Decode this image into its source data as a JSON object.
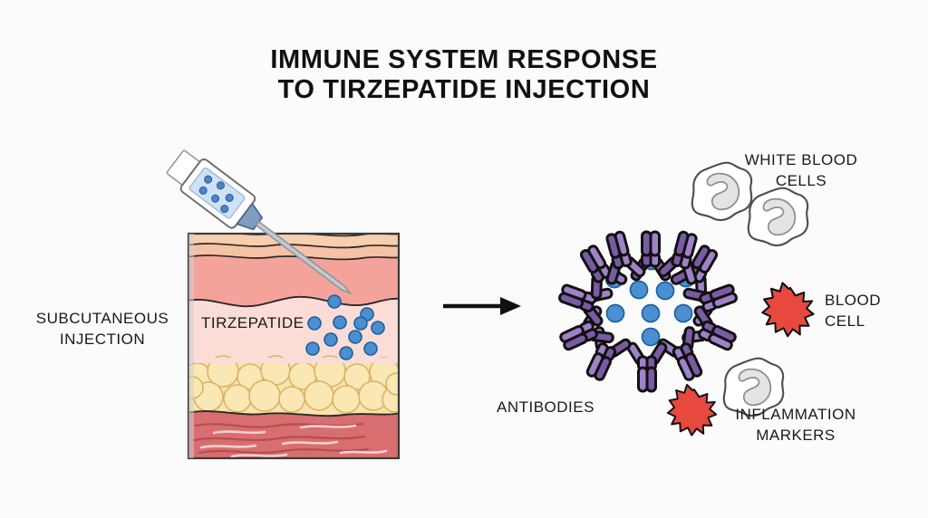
{
  "background_color": "#fbfbfb",
  "title": {
    "line1": "IMMUNE SYSTEM RESPONSE",
    "line2": "TO TIRZEPATIDE INJECTION",
    "color": "#111111"
  },
  "labels": {
    "subcutaneous_injection": "SUBCUTANEOUS\nINJECTION",
    "subcutaneous_injection_line1": "SUBCUTANEOUS",
    "subcutaneous_injection_line2": "INJECTION",
    "tirzepatide": "TIRZEPATIDE",
    "white_blood_cells_line1": "WHITE BLOOD",
    "white_blood_cells_line2": "CELLS",
    "blood_cell_line1": "BLOOD",
    "blood_cell_line2": "CELL",
    "antibodies": "ANTIBODIES",
    "inflammation_markers_line1": "INFLAMMATION",
    "inflammation_markers_line2": "MARKERS"
  },
  "diagram": {
    "left_panel_name": "skin-cross-section",
    "right_panel_name": "immune-response-cluster",
    "arrow_direction": "right"
  },
  "skin_layers": [
    {
      "name": "stratum-corneum",
      "color": "#f6cfae"
    },
    {
      "name": "epidermis",
      "color": "#f6bfae"
    },
    {
      "name": "upper-dermis",
      "color": "#f29b97"
    },
    {
      "name": "dermis",
      "color": "#fbdcd6"
    },
    {
      "name": "subcutaneous-fat",
      "color": "#f7e2a6"
    },
    {
      "name": "muscle",
      "color": "#d9696c"
    }
  ],
  "syringe": {
    "barrel_color": "#ffffff",
    "chamber_color": "#cfe2f3",
    "hub_color": "#7e9dc0",
    "needle_color": "#b8bec4",
    "chamber_dot_count": 6,
    "chamber_dot_color": "#4a86c8"
  },
  "drug_particles": {
    "name": "tirzepatide-molecule",
    "color": "#4a90d0",
    "outline": "#1f5f9e",
    "count_in_skin": 11,
    "count_in_cluster": 9
  },
  "antibodies": {
    "color_light": "#9f82c8",
    "color_dark": "#7a5ba3",
    "outline": "#111111",
    "count": 12
  },
  "white_blood_cells": {
    "fill": "#ffffff",
    "outline": "#555555",
    "nucleus_fill": "#e2e2e2",
    "count": 3
  },
  "inflammation_markers": {
    "fill": "#e8493f",
    "outline": "#111111",
    "count": 2
  },
  "colors": {
    "accent_blue": "#4a90d0",
    "accent_purple": "#9f82c8",
    "accent_red": "#e8493f",
    "text": "#1a1a1a"
  }
}
